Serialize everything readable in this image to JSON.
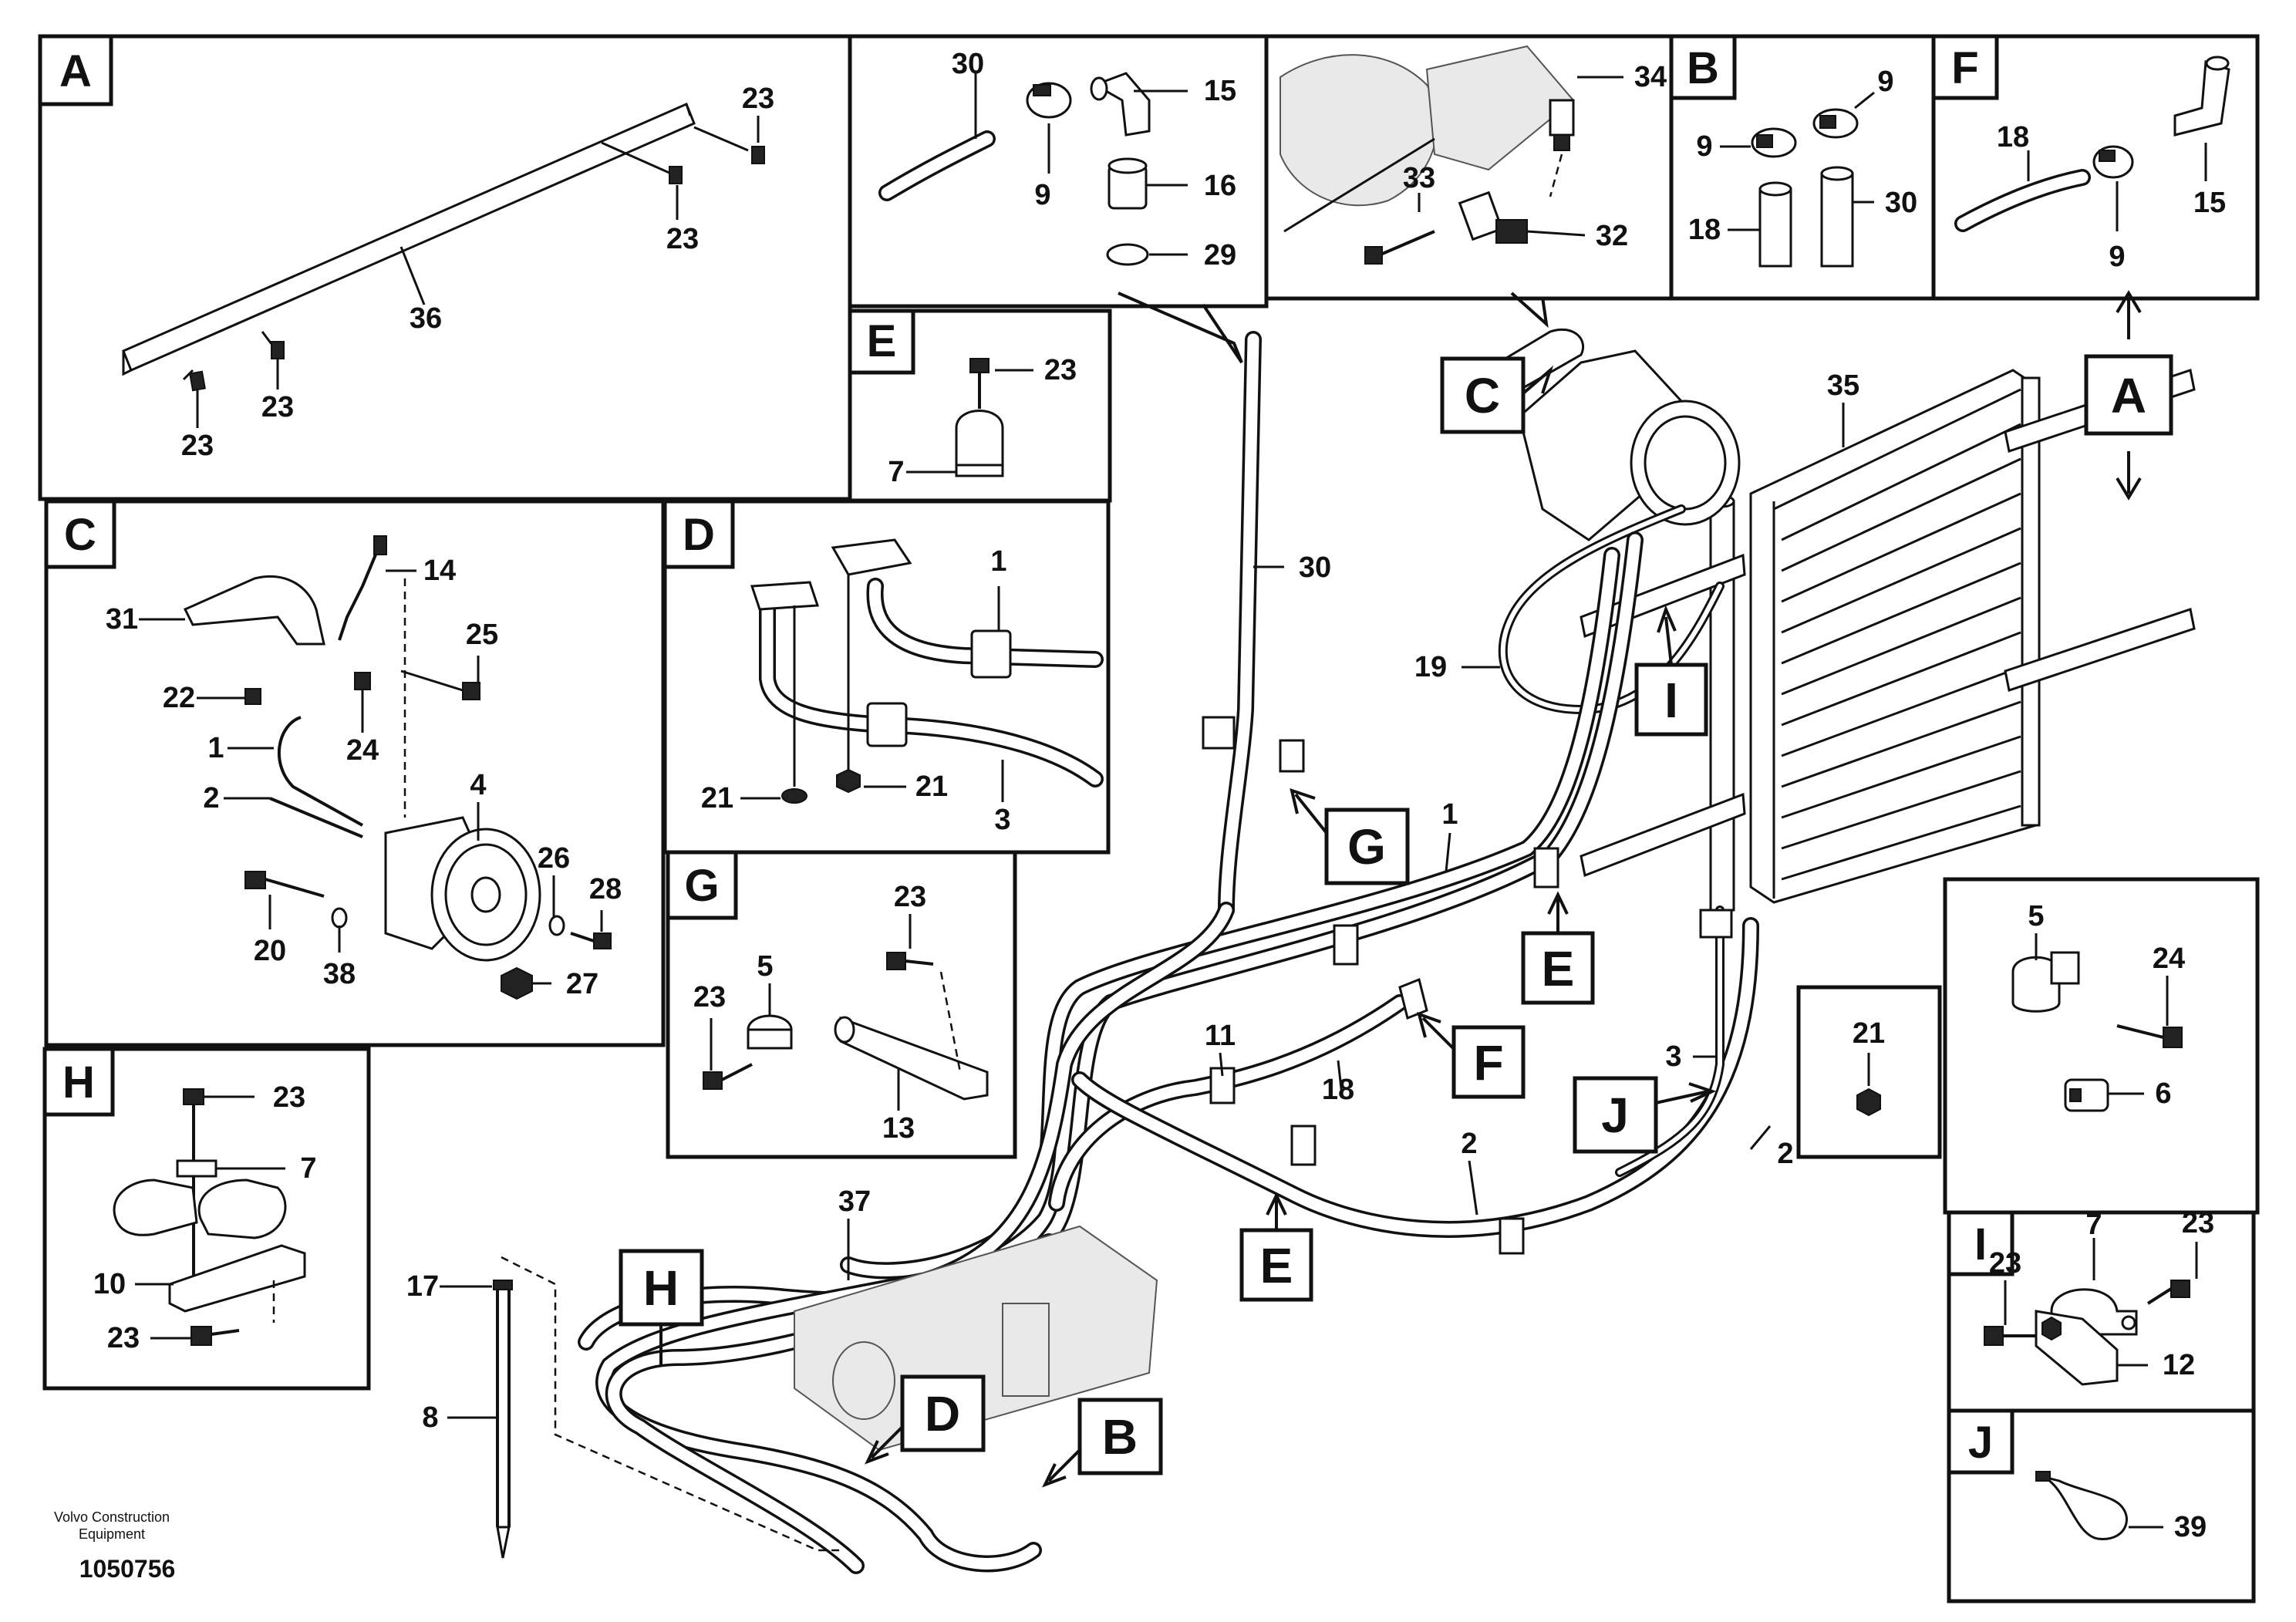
{
  "panels": {
    "A": {
      "letter": "A",
      "labels": [
        "23",
        "23",
        "36",
        "23",
        "23"
      ]
    },
    "top_left_detail": {
      "labels": [
        "30",
        "15",
        "16",
        "9",
        "29"
      ]
    },
    "top_mid_detail": {
      "labels": [
        "34",
        "33",
        "32"
      ]
    },
    "B": {
      "letter": "B",
      "labels": [
        "9",
        "9",
        "18",
        "30"
      ]
    },
    "F": {
      "letter": "F",
      "labels": [
        "18",
        "15",
        "9"
      ]
    },
    "E": {
      "letter": "E",
      "labels": [
        "23",
        "7"
      ]
    },
    "C": {
      "letter": "C",
      "labels": [
        "14",
        "31",
        "25",
        "22",
        "24",
        "1",
        "4",
        "2",
        "26",
        "28",
        "20",
        "38",
        "27"
      ]
    },
    "D": {
      "letter": "D",
      "labels": [
        "1",
        "21",
        "21",
        "3"
      ]
    },
    "G": {
      "letter": "G",
      "labels": [
        "23",
        "5",
        "23",
        "13"
      ]
    },
    "H": {
      "letter": "H",
      "labels": [
        "23",
        "7",
        "10",
        "23"
      ]
    },
    "right_detail": {
      "labels": [
        "5",
        "24",
        "6"
      ]
    },
    "I": {
      "letter": "I",
      "labels": [
        "7",
        "23",
        "23",
        "12"
      ]
    },
    "J": {
      "letter": "J",
      "labels": [
        "39"
      ]
    },
    "inset_21_top": {
      "labels": [
        "21"
      ]
    },
    "inset_21_bottom": {
      "labels": [
        "21"
      ]
    }
  },
  "main": {
    "callouts": [
      "C",
      "A",
      "I",
      "G",
      "E",
      "F",
      "J",
      "E",
      "H",
      "D",
      "B"
    ],
    "labels": [
      "35",
      "30",
      "19",
      "1",
      "11",
      "18",
      "3",
      "2",
      "2",
      "37",
      "17",
      "8"
    ]
  },
  "footer": {
    "company_line1": "Volvo Construction",
    "company_line2": "Equipment",
    "drawing_number": "1050756"
  }
}
